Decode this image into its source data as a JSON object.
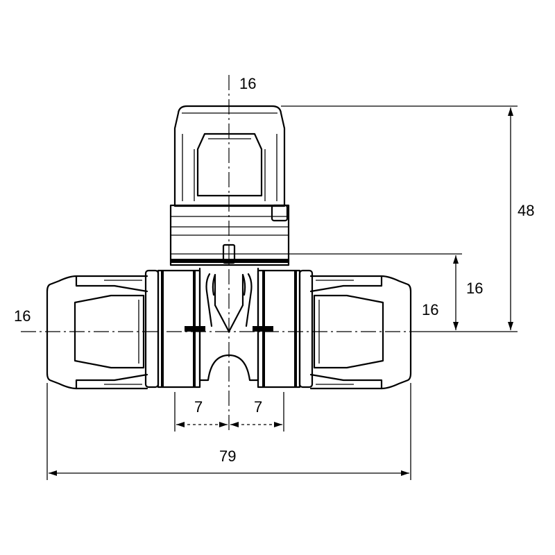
{
  "drawing": {
    "dimensions": {
      "branch_diameter": "16",
      "run_diameter_left": "16",
      "run_diameter_right": "16",
      "branch_height": "48",
      "run_to_branch_offset": "16",
      "insertion_depth_left": "7",
      "insertion_depth_right": "7",
      "overall_length": "79"
    },
    "line_color": "#000000",
    "background_color": "#ffffff"
  }
}
